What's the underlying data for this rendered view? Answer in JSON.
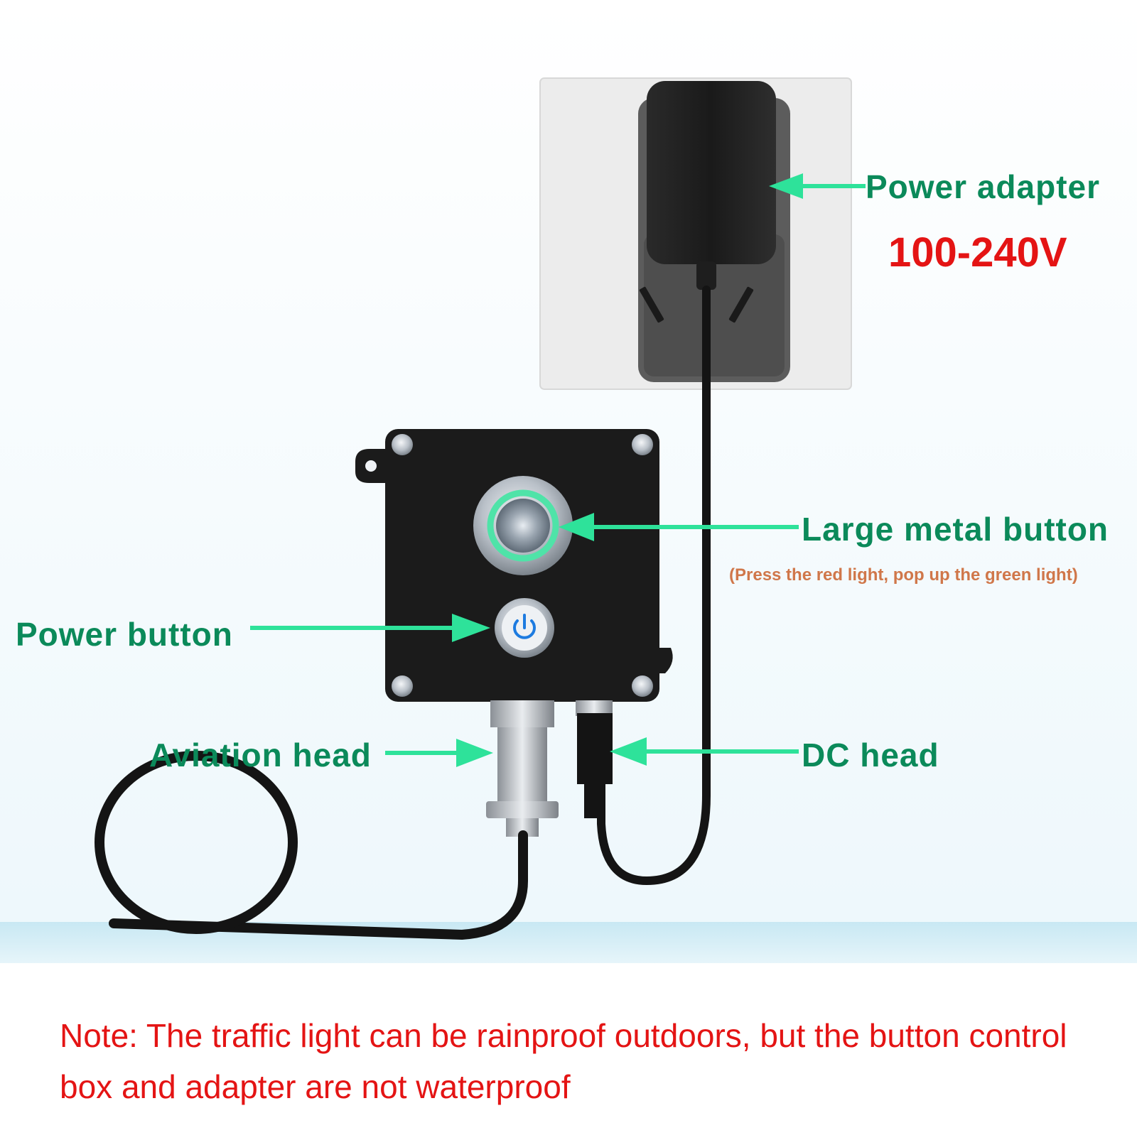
{
  "labels": {
    "power_adapter": "Power adapter",
    "voltage": "100-240V",
    "large_metal_button": "Large metal button",
    "large_metal_button_note": "(Press the red light, pop up the green light)",
    "power_button": "Power button",
    "aviation_head": "Aviation head",
    "dc_head": "DC head"
  },
  "note": "Note: The traffic light can be rainproof outdoors, but the button control box and adapter are not waterproof",
  "colors": {
    "label_green": "#0b8a5a",
    "arrow_green": "#2ee29a",
    "warning_red": "#e41414",
    "sub_note_orange": "#d0774a",
    "box_black": "#1b1b1b"
  },
  "icons": {
    "power_button_icon": "power-icon"
  }
}
